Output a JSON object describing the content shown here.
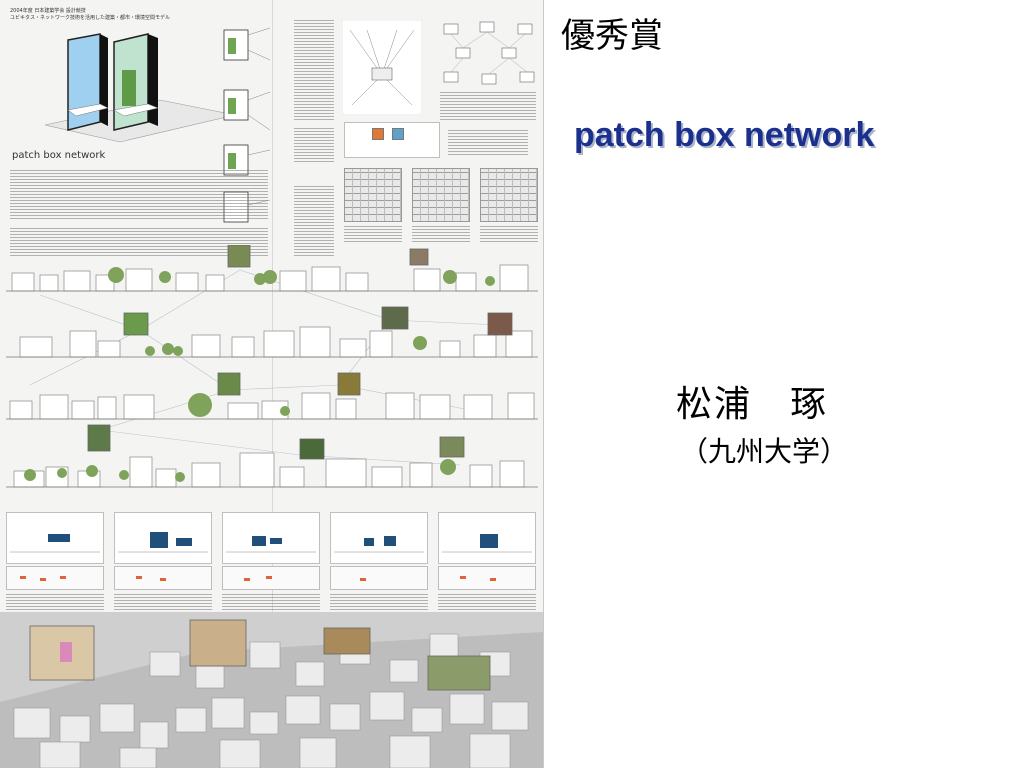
{
  "slide": {
    "award": "優秀賞",
    "project_title": "patch box network",
    "author": "松浦　琢",
    "affiliation": "（九州大学）"
  },
  "poster": {
    "header_line1": "2004年度 日本建築学会 設計競技",
    "header_line2": "ユビキタス・ネットワーク技術を活用した建築・都市・環境空間モデル",
    "title": "patch box network"
  },
  "colors": {
    "title_blue": "#1b2f8c",
    "background_gradient_start": "#8fb3e0",
    "background_end": "#ffffff"
  }
}
